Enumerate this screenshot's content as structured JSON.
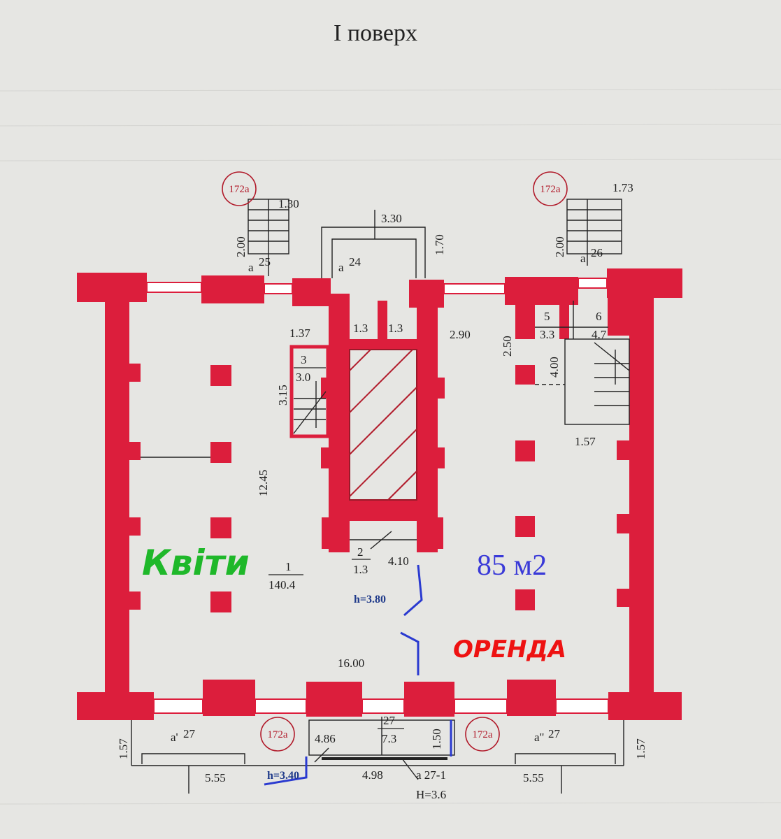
{
  "title": "І поверх",
  "building_ref": "172а",
  "colors": {
    "wall": "#dc1e3c",
    "flowers": "#1fb82a",
    "area": "#3a3ad8",
    "rent": "#ee1212",
    "note": "#1f3a8a"
  },
  "dimensions": {
    "stair_left_w": "1.30",
    "stair_left_h": "2.00",
    "entrance_w": "3.30",
    "entrance_h": "1.70",
    "stair_right_w": "1.73",
    "stair_right_h": "2.00",
    "d_1_37": "1.37",
    "d_3_15": "3.15",
    "d_12_45": "12.45",
    "d_2_90": "2.90",
    "d_2_50": "2.50",
    "d_4_00": "4.00",
    "d_1_57_mid": "1.57",
    "d_4_10": "4.10",
    "d_16_00": "16.00",
    "d_4_86": "4.86",
    "d_1_50": "1.50",
    "d_4_98": "4.98",
    "d_5_55_left": "5.55",
    "d_5_55_right": "5.55",
    "d_1_57_left": "1.57",
    "d_1_57_right": "1.57"
  },
  "rooms": {
    "r1_num": "1",
    "r1_area": "140.4",
    "r2_num": "2",
    "r2_area": "1.3",
    "r3_num": "3",
    "r3_area": "3.0",
    "r5_num": "5",
    "r5_area": "3.3",
    "r6_num": "6",
    "r6_area": "4.7",
    "r27_num": "27",
    "r27_area": "7.3",
    "wc_a": "1.3",
    "wc_b": "1.3"
  },
  "annex": {
    "a25": "а",
    "a25_n": "25",
    "a24": "а",
    "a24_n": "24",
    "a26": "а",
    "a26_n": "26",
    "a27_left": "а'",
    "a27_left_n": "27",
    "a27_right": "а\"",
    "a27_right_n": "27",
    "a27_1": "а 27-1",
    "H": "Н=3.6"
  },
  "heights": {
    "h_main": "h=3.80",
    "h_lower": "h=3.40"
  },
  "overlay": {
    "flowers": "Квіти",
    "area": "85 м2",
    "rent": "ОРЕНДА"
  }
}
